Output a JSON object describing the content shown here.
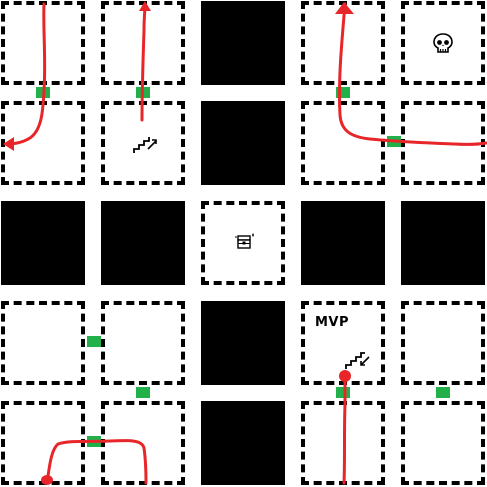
{
  "board": {
    "rows": 5,
    "cols": 5,
    "grid": [
      [
        "room",
        "room",
        "wall",
        "room",
        "room"
      ],
      [
        "room",
        "room",
        "wall",
        "room",
        "room"
      ],
      [
        "wall",
        "wall",
        "room",
        "wall",
        "wall"
      ],
      [
        "room",
        "room",
        "wall",
        "room",
        "room"
      ],
      [
        "room",
        "room",
        "wall",
        "room",
        "room"
      ]
    ],
    "doors": [
      {
        "between": [
          [
            0,
            0
          ],
          [
            1,
            0
          ]
        ]
      },
      {
        "between": [
          [
            0,
            1
          ],
          [
            1,
            1
          ]
        ]
      },
      {
        "between": [
          [
            0,
            3
          ],
          [
            1,
            3
          ]
        ]
      },
      {
        "between": [
          [
            1,
            3
          ],
          [
            1,
            4
          ]
        ]
      },
      {
        "between": [
          [
            3,
            0
          ],
          [
            3,
            1
          ]
        ]
      },
      {
        "between": [
          [
            3,
            1
          ],
          [
            4,
            1
          ]
        ]
      },
      {
        "between": [
          [
            3,
            3
          ],
          [
            4,
            3
          ]
        ]
      },
      {
        "between": [
          [
            3,
            4
          ],
          [
            4,
            4
          ]
        ]
      },
      {
        "between": [
          [
            4,
            0
          ],
          [
            4,
            1
          ]
        ]
      }
    ],
    "icons": [
      {
        "cell": [
          0,
          4
        ],
        "name": "skull-icon"
      },
      {
        "cell": [
          1,
          1
        ],
        "name": "stairs-up-icon"
      },
      {
        "cell": [
          2,
          2
        ],
        "name": "treasure-chest-icon"
      },
      {
        "cell": [
          3,
          3
        ],
        "name": "stairs-down-icon"
      }
    ],
    "labels": {
      "mvp": "MVP"
    }
  },
  "colors": {
    "wall": "#000000",
    "door": "#22b04b",
    "path": "#e8262a",
    "border": "#000000"
  }
}
